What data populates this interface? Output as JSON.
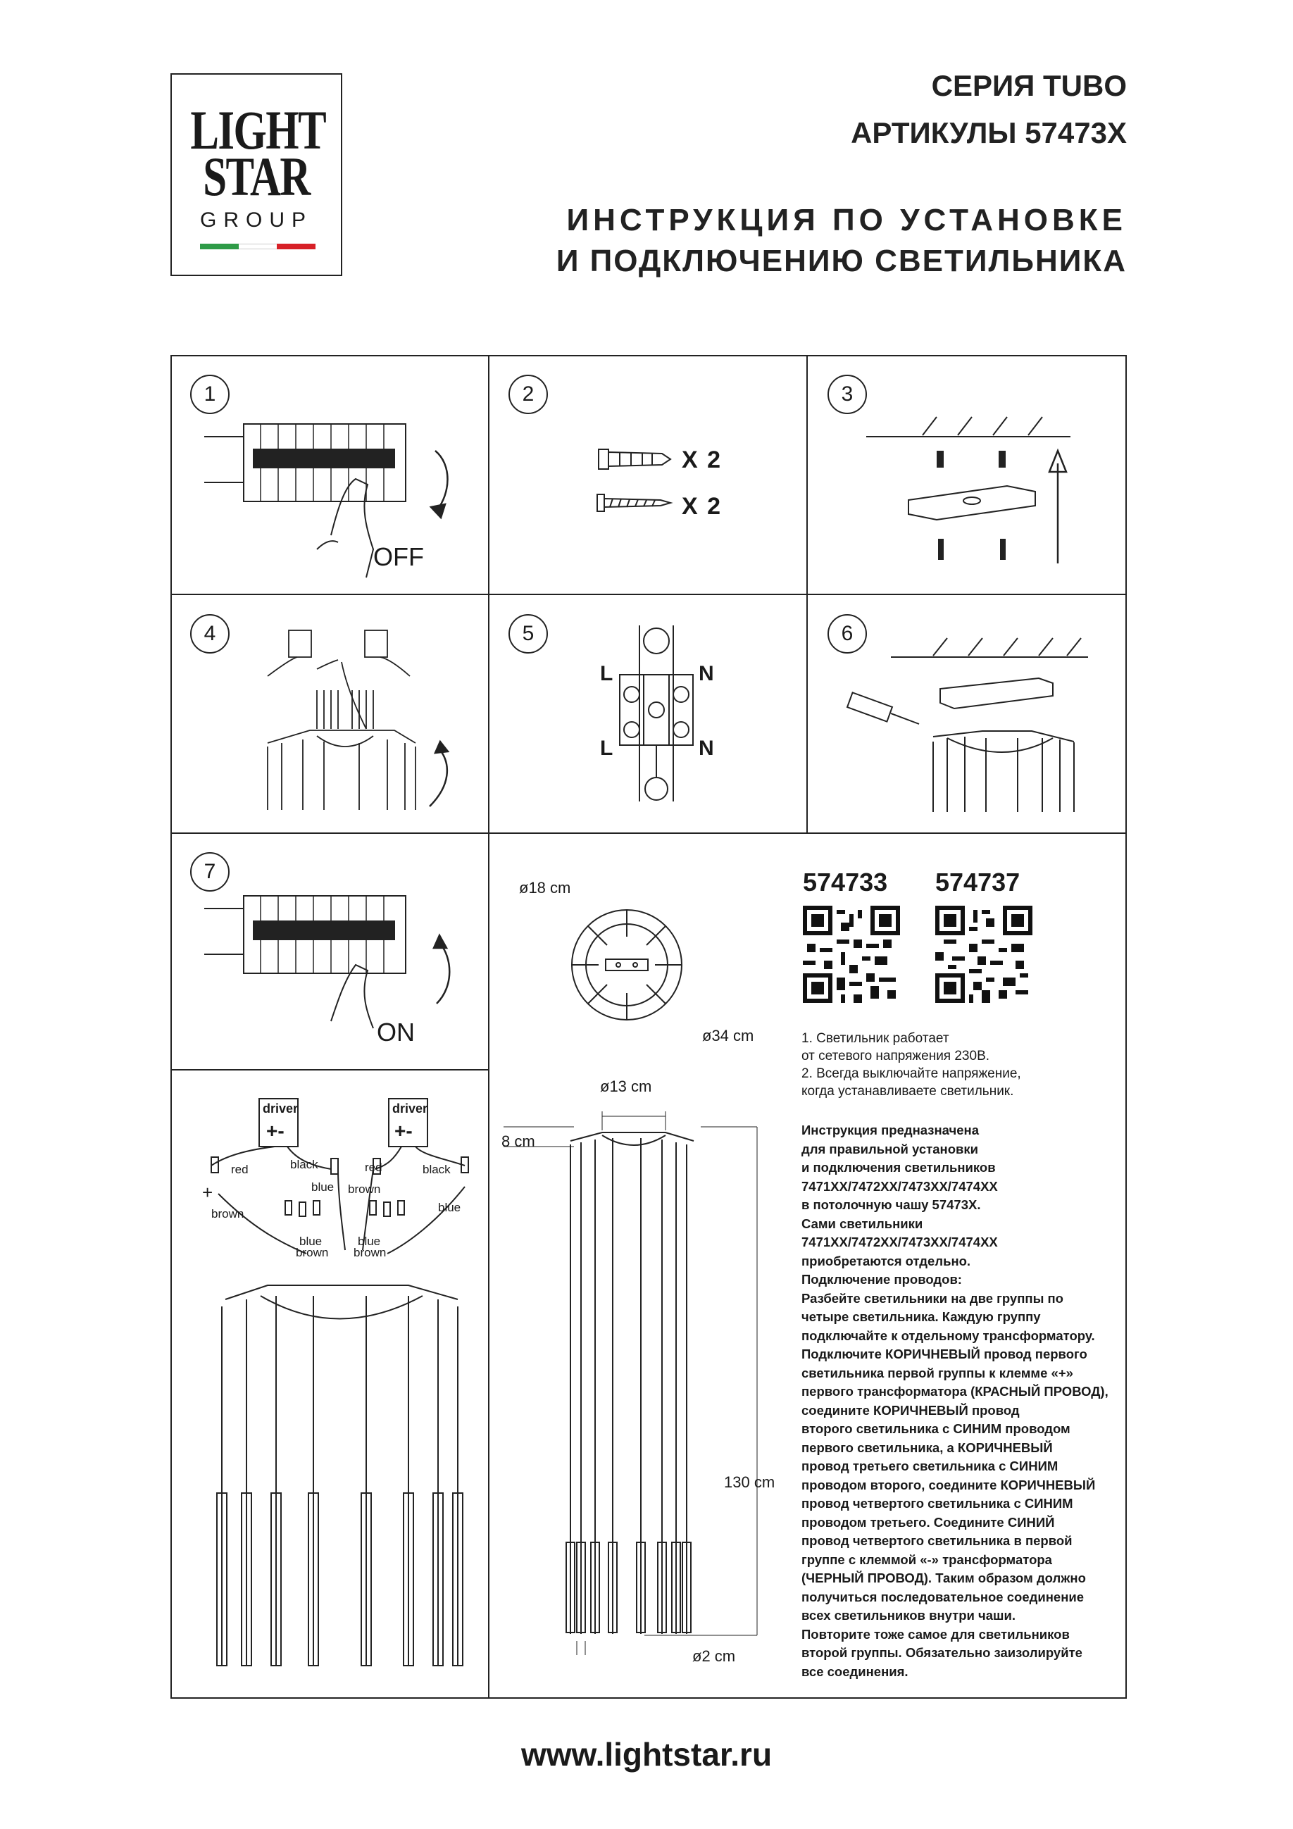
{
  "logo": {
    "line1": "LIGHT",
    "line2": "STAR",
    "line3": "GROUP"
  },
  "header": {
    "series": "СЕРИЯ TUBO",
    "articles": "АРТИКУЛЫ 57473X",
    "title1": "ИНСТРУКЦИЯ ПО УСТАНОВКЕ",
    "title2": "И ПОДКЛЮЧЕНИЮ СВЕТИЛЬНИКА"
  },
  "steps": {
    "s1": "1",
    "s2": "2",
    "s3": "3",
    "s4": "4",
    "s5": "5",
    "s6": "6",
    "s7": "7",
    "off": "OFF",
    "on": "ON",
    "qty1": "X 2",
    "qty2": "X 2",
    "L": "L",
    "N": "N"
  },
  "dimensions": {
    "d18": "ø18 cm",
    "d34": "ø34 cm",
    "d13": "ø13 cm",
    "h8": "8 cm",
    "h130": "130 cm",
    "d2": "ø2 cm"
  },
  "wiring": {
    "driver": "driver",
    "plusminus": "+-",
    "red": "red",
    "black": "black",
    "blue": "blue",
    "brown": "brown",
    "plus": "+"
  },
  "models": {
    "m1": "574733",
    "m2": "574737"
  },
  "notes": {
    "n1": "1. Светильник работает",
    "n2": "от сетевого напряжения 230В.",
    "n3": "2. Всегда выключайте напряжение,",
    "n4": "когда устанавливаете светильник."
  },
  "instructions": [
    "Инструкция предназначена",
    "для правильной установки",
    "и подключения светильников",
    "7471XX/7472XX/7473XX/7474XX",
    "в потолочную чашу 57473X.",
    "Сами светильники",
    "7471XX/7472XX/7473XX/7474XX",
    "приобретаются отдельно.",
    "Подключение проводов:",
    "Разбейте светильники на две группы по",
    "четыре светильника. Каждую группу",
    "подключайте к отдельному трансформатору.",
    "Подключите КОРИЧНЕВЫЙ провод первого",
    "светильника первой группы к клемме «+»",
    "первого трансформатора (КРАСНЫЙ ПРОВОД),",
    "соедините КОРИЧНЕВЫЙ провод",
    "второго светильника с СИНИМ проводом",
    "первого светильника, а КОРИЧНЕВЫЙ",
    "провод третьего светильника с СИНИМ",
    "проводом второго, соедините КОРИЧНЕВЫЙ",
    "провод четвертого светильника с СИНИМ",
    "проводом третьего. Соедините СИНИЙ",
    "провод четвертого светильника в первой",
    "группе с клеммой «-» трансформатора",
    "(ЧЕРНЫЙ ПРОВОД). Таким образом должно",
    "получиться последовательное соединение",
    "всех светильников внутри чаши.",
    "Повторите тоже самое для светильников",
    "второй группы. Обязательно заизолируйте",
    "все соединения."
  ],
  "footer": {
    "url": "www.lightstar.ru"
  },
  "colors": {
    "flag_green": "#2e9b47",
    "flag_white": "#ffffff",
    "flag_red": "#d72027",
    "ink": "#1a1a1a"
  }
}
